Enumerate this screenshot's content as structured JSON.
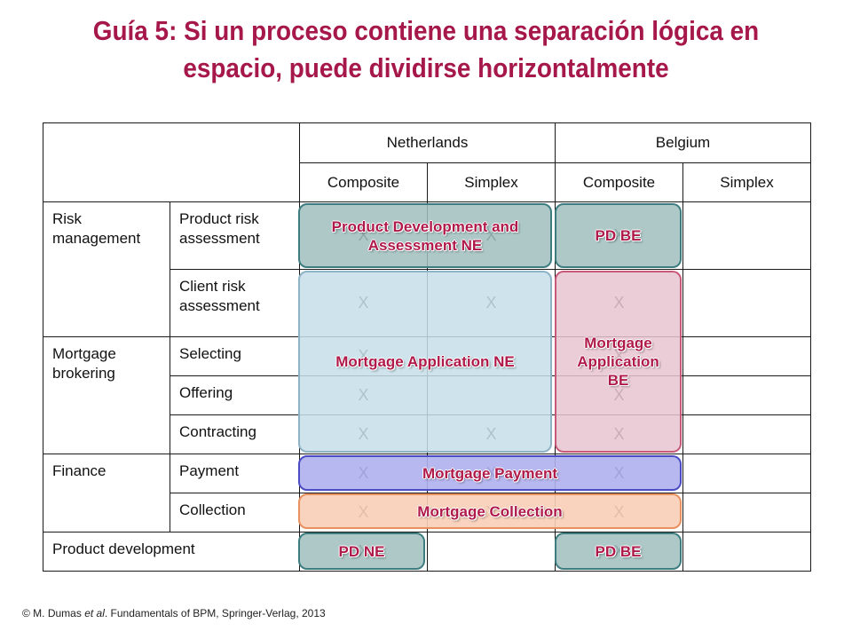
{
  "title": "Guía 5: Si un proceso contiene una separación lógica en espacio, puede dividirse horizontalmente",
  "header": {
    "netherlands": "Netherlands",
    "belgium": "Belgium",
    "composite_nl": "Composite",
    "simplex_nl": "Simplex",
    "composite_be": "Composite",
    "simplex_be": "Simplex"
  },
  "rows": {
    "risk_management": "Risk management",
    "product_risk": "Product risk assessment",
    "client_risk": "Client risk assessment",
    "mortgage_brokering": "Mortgage brokering",
    "selecting": "Selecting",
    "offering": "Offering",
    "contracting": "Contracting",
    "finance": "Finance",
    "payment": "Payment",
    "collection": "Collection",
    "product_development": "Product development"
  },
  "mark": "X",
  "overlays": {
    "pdae_ne": "Product Development and Assessment NE",
    "pd_be_1": "PD BE",
    "ma_ne": "Mortgage Application NE",
    "ma_be": "Mortgage Application BE",
    "payment": "Mortgage Payment",
    "collection": "Mortgage Collection",
    "pd_ne": "PD NE",
    "pd_be_2": "PD BE"
  },
  "footer": {
    "prefix": "© M. Dumas ",
    "etal": "et al",
    "suffix": ". Fundamentals of BPM, Springer-Verlag, 2013"
  },
  "colors": {
    "title": "#a6174a",
    "overlay_text": "#b01a4a",
    "teal": "#a0bebe",
    "light_blue": "#c6dee8",
    "pink": "#e8c4d0",
    "purple": "#b0b0ee",
    "orange": "#f8ceb6"
  }
}
